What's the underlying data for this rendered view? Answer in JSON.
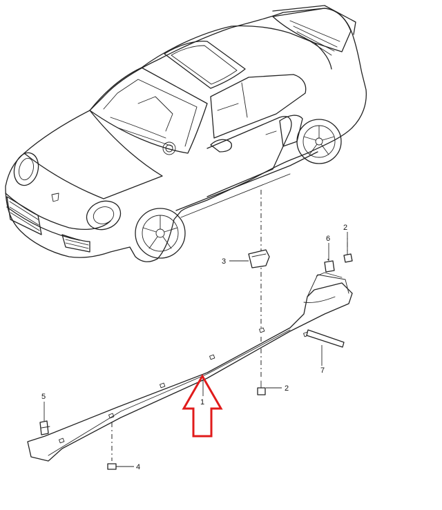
{
  "callouts": {
    "c1": "1",
    "c2_top": "2",
    "c2_bottom": "2",
    "c3": "3",
    "c4": "4",
    "c5": "5",
    "c6": "6",
    "c7": "7"
  },
  "colors": {
    "line": "#222222",
    "highlight_arrow": "#e01b1b",
    "background": "#ffffff"
  },
  "icons": {
    "highlight": "up-arrow-icon"
  }
}
